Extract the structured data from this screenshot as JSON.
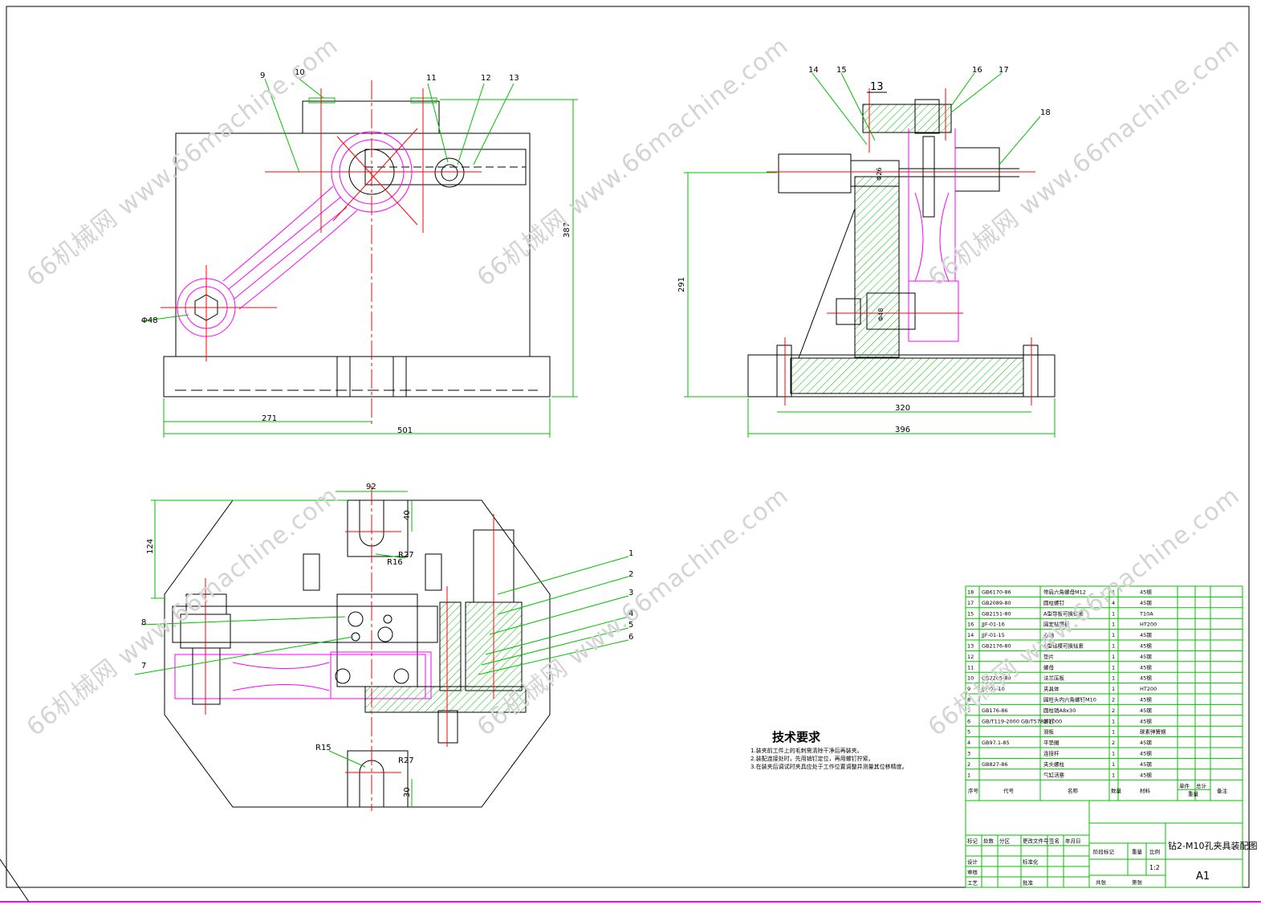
{
  "watermark": "66机械网 www.66machine.com",
  "colors": {
    "outline": "#000000",
    "dim": "#00c000",
    "center": "#ff0000",
    "part": "#ff00ff",
    "hatch": "#00c000",
    "frame": "#ff00ff"
  },
  "front_view": {
    "dims": {
      "overall_width": "501",
      "left_width": "271",
      "height": "387",
      "hole_dia": "Φ48"
    },
    "balloons": [
      "9",
      "10",
      "11",
      "12",
      "13"
    ]
  },
  "side_view": {
    "dims": {
      "top": "13",
      "height": "291",
      "inner_width": "320",
      "overall_width": "396",
      "dia_a": "Φ26",
      "dia_b": "Φ48"
    },
    "balloons": [
      "14",
      "15",
      "16",
      "17",
      "18"
    ]
  },
  "top_view": {
    "dims": {
      "slot_width": "92",
      "slot_depth_top": "40",
      "height": "124",
      "r_a": "R27",
      "r_b": "R16",
      "r_c": "R15",
      "r_d": "R27",
      "slot_depth_bottom": "30"
    },
    "balloons_left": [
      "8",
      "7"
    ],
    "balloons_right": [
      "1",
      "2",
      "3",
      "4",
      "5",
      "6"
    ]
  },
  "technical_requirements": {
    "title": "技术要求",
    "items": [
      "1.装夹前工件上的毛刺需清除干净后再装夹。",
      "2.装配连接处时，先用销钉定位，再用螺钉拧紧。",
      "3.在装夹后调试时夹具应处于工作位置调整并测量其位移精度。"
    ]
  },
  "bom": {
    "headers": [
      "序号",
      "代号",
      "名称",
      "数量",
      "材料",
      "单件",
      "总计",
      "重量",
      "备注"
    ],
    "rows": [
      [
        "18",
        "GB6170-86",
        "带肩六角螺母M12",
        "1",
        "45钢"
      ],
      [
        "17",
        "GB2089-80",
        "圆柱螺钉",
        "4",
        "45钢"
      ],
      [
        "15",
        "GB2151-80",
        "A型导板可换钻套",
        "1",
        "T10A"
      ],
      [
        "16",
        "JJF-01-16",
        "固定钻模板",
        "1",
        "HT200"
      ],
      [
        "14",
        "JJF-01-15",
        "心轴",
        "1",
        "45钢"
      ],
      [
        "13",
        "GB2176-80",
        "A型钻模可换钻套",
        "1",
        "45钢"
      ],
      [
        "12",
        "",
        "垫片",
        "1",
        "45钢"
      ],
      [
        "11",
        "",
        "螺母",
        "1",
        "45钢"
      ],
      [
        "10",
        "GB2205-80",
        "法兰压板",
        "1",
        "45钢"
      ],
      [
        "9",
        "JJF-01-10",
        "夹具体",
        "1",
        "HT200"
      ],
      [
        "8",
        "",
        "圆柱头内六角螺钉M10",
        "2",
        "45钢"
      ],
      [
        "7",
        "GB176-86",
        "圆柱销A8x30",
        "2",
        "45钢"
      ],
      [
        "6",
        "GB/T119-2000 GB/T5782-2000",
        "螺钉",
        "1",
        "45钢"
      ],
      [
        "5",
        "",
        "滑板",
        "1",
        "碳素弹簧钢"
      ],
      [
        "4",
        "GB97.1-85",
        "平垫圈",
        "2",
        "45钢"
      ],
      [
        "3",
        "",
        "连接杆",
        "1",
        "45钢"
      ],
      [
        "2",
        "GB827-86",
        "夹头螺柱",
        "1",
        "45钢"
      ],
      [
        "1",
        "",
        "气缸活塞",
        "1",
        "45钢"
      ]
    ]
  },
  "title_block": {
    "drawing_name": "钻2-M10孔夹具装配图",
    "sheet_size": "A1",
    "scale": "1:2",
    "rows": [
      [
        "标记",
        "处数",
        "分区",
        "更改文件号",
        "签名",
        "年月日"
      ],
      [
        "设计",
        "",
        "",
        "标准化",
        "",
        ""
      ],
      [
        "审核",
        "",
        "",
        "",
        "",
        ""
      ],
      [
        "工艺",
        "",
        "",
        "批准",
        "",
        ""
      ]
    ],
    "stage_labels": [
      "阶段标记",
      "重量",
      "比例"
    ],
    "sheet_labels": [
      "共张",
      "第张"
    ]
  }
}
